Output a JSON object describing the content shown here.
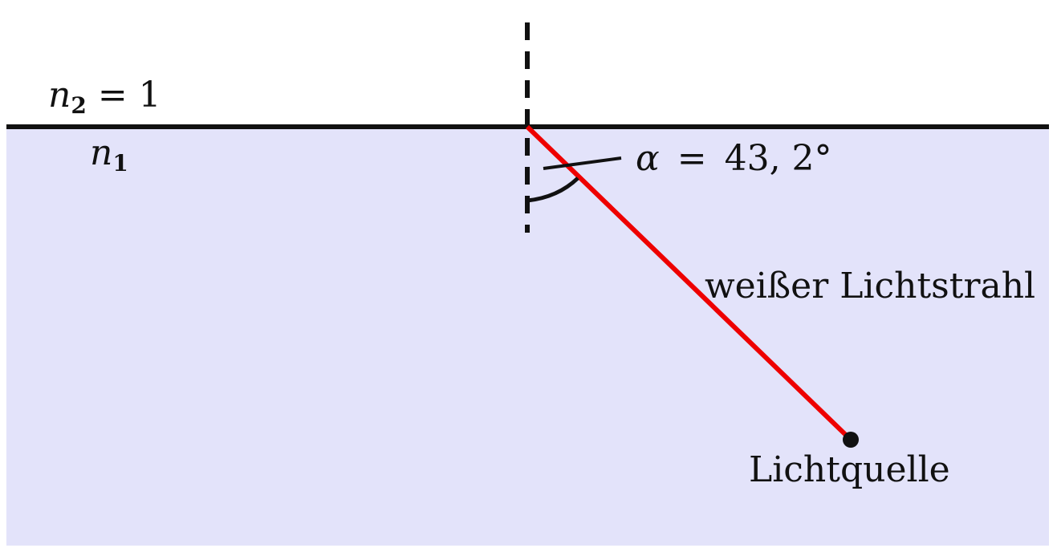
{
  "media": {
    "top": {
      "symbol": "n",
      "subscript": "2",
      "relation": "= 1"
    },
    "bottom": {
      "symbol": "n",
      "subscript": "1"
    }
  },
  "angle": {
    "symbol": "α",
    "relation": "=",
    "value": "43, 2°",
    "degrees": 43.2
  },
  "labels": {
    "ray": "weißer Lichtstrahl",
    "source": "Lichtquelle"
  },
  "colors": {
    "medium_fill": "#e3e3fa",
    "ray": "#ee0000",
    "interface": "#111111",
    "normal": "#111111"
  }
}
